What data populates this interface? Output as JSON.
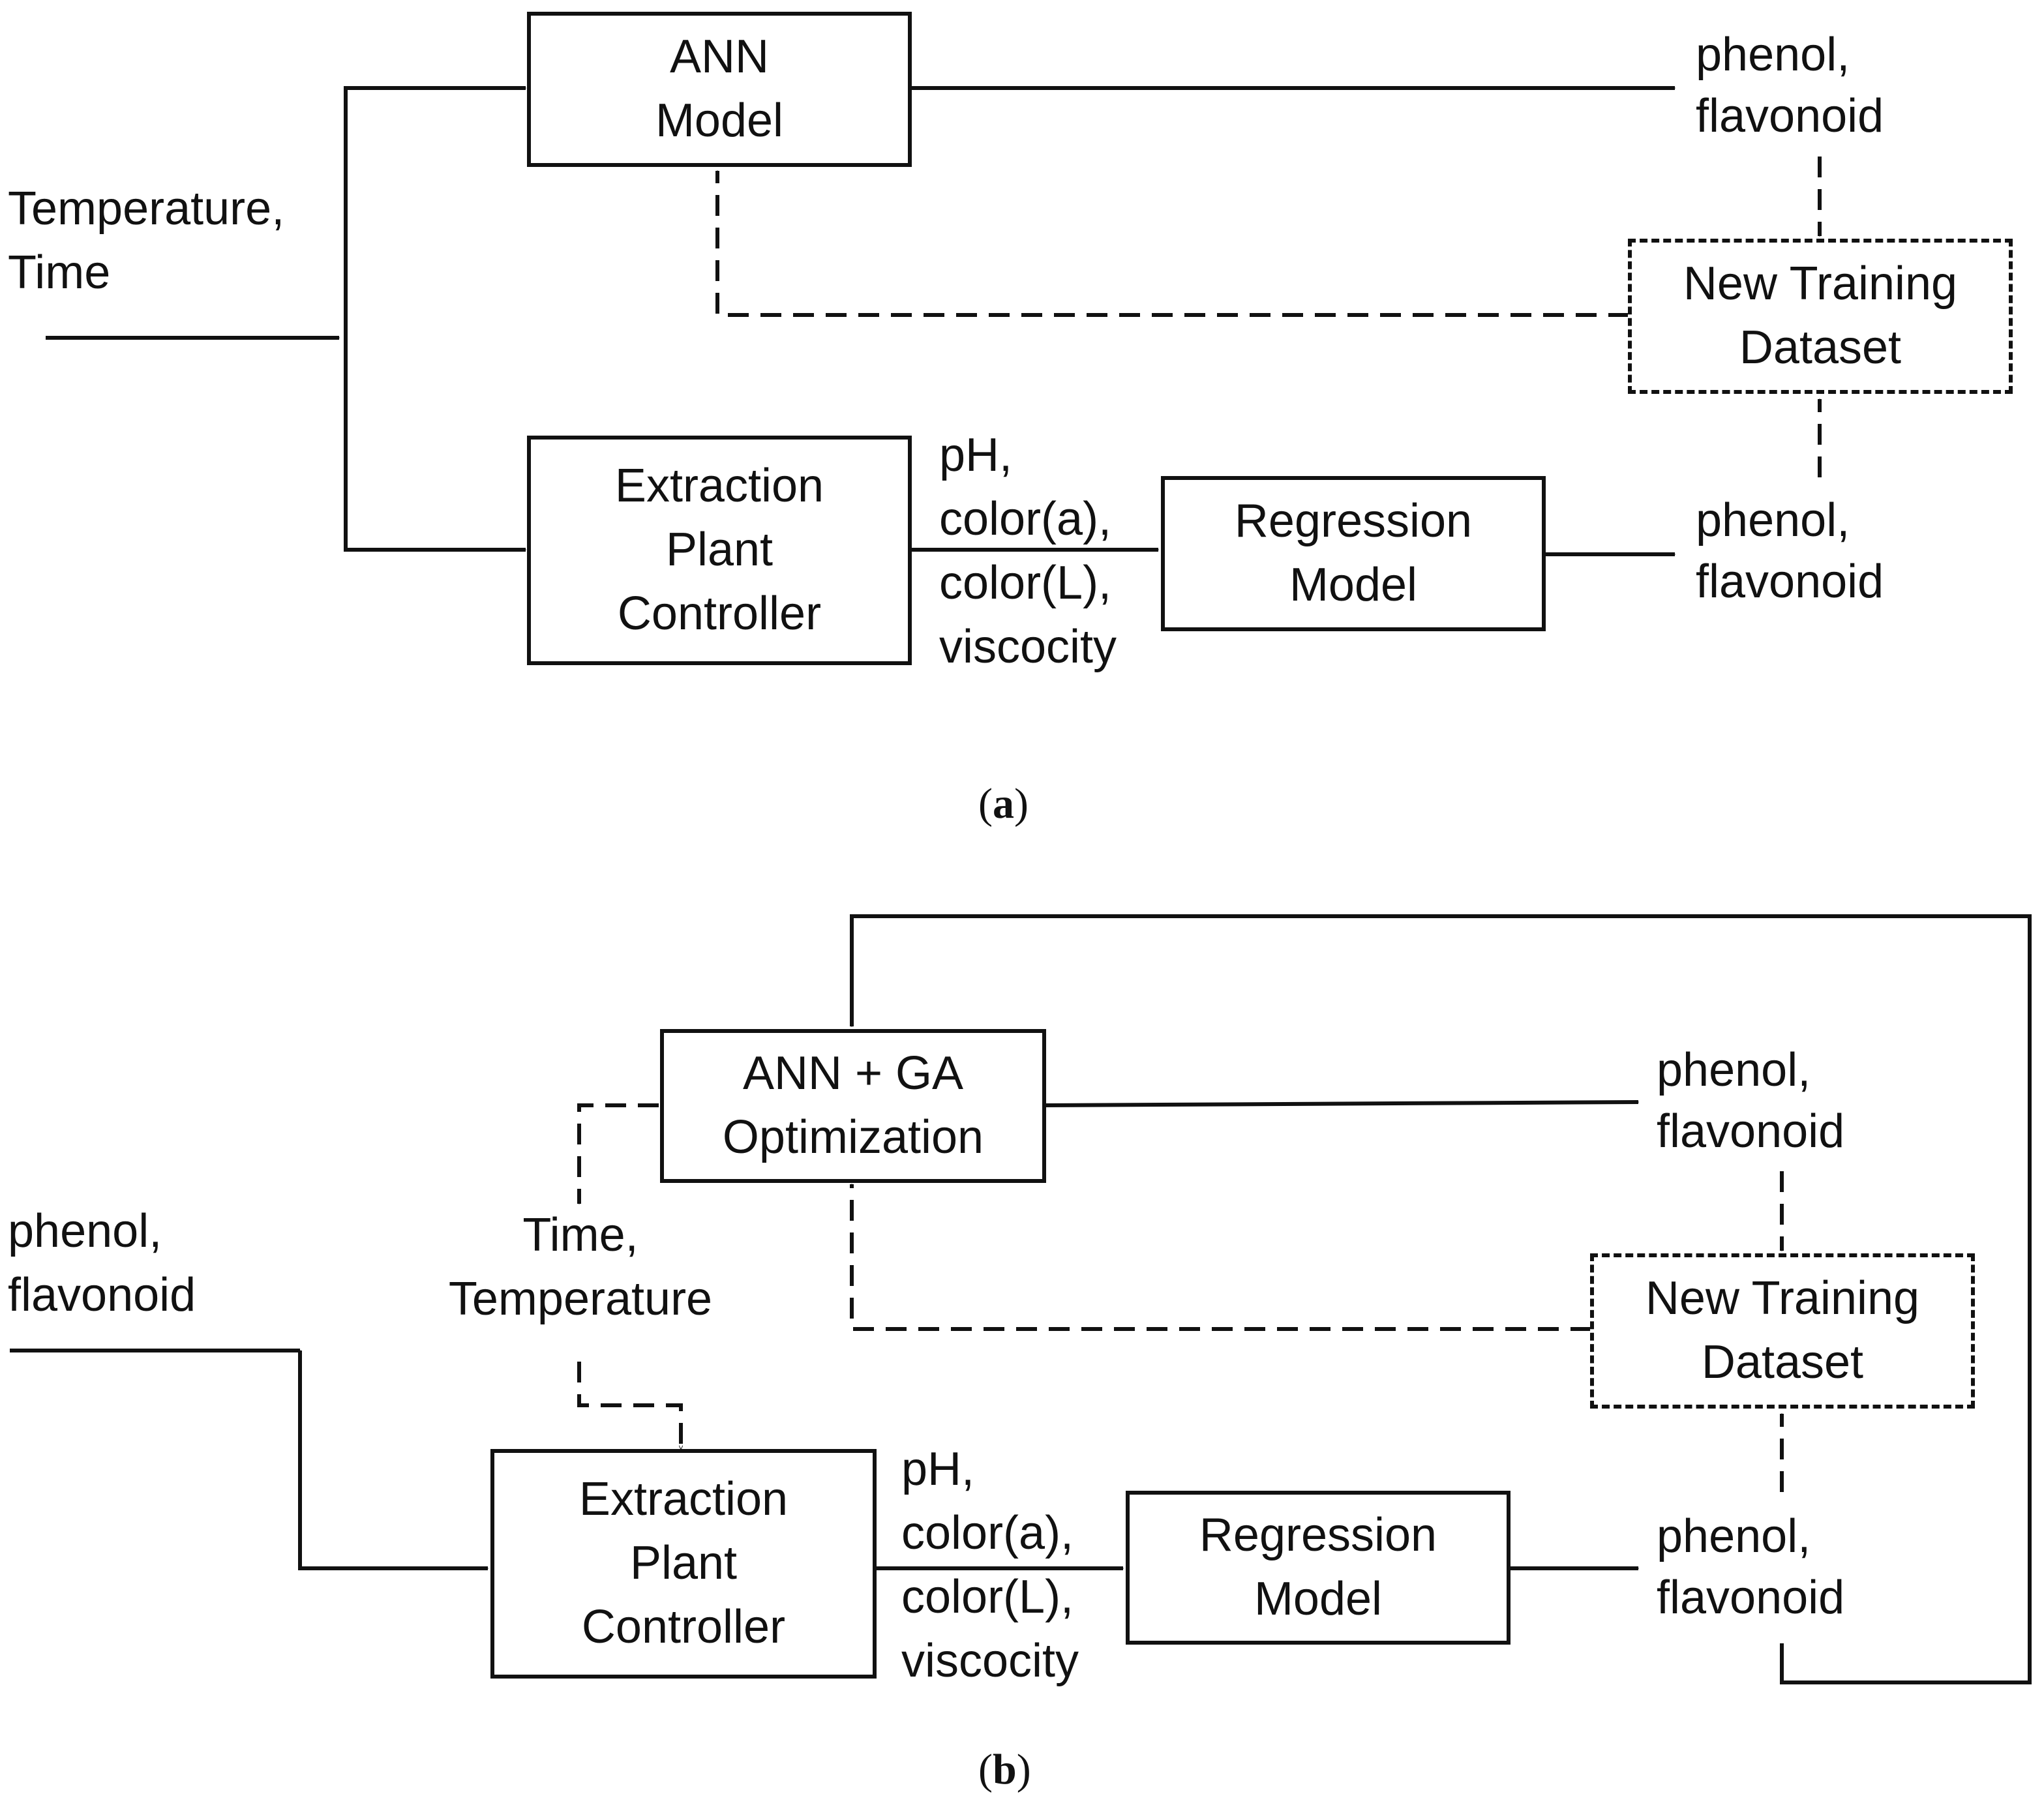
{
  "panel_a": {
    "caption_letter": "a",
    "input_label": "Temperature,\nTime",
    "ann_box": "ANN\nModel",
    "plant_box": "Extraction\nPlant\nController",
    "measurements": "pH,\ncolor(a),\ncolor(L),\nviscocity",
    "regression_box": "Regression\nModel",
    "ann_output": "phenol,\nflavonoid",
    "regression_output": "phenol,\nflavonoid",
    "dataset_box": "New Training\nDataset"
  },
  "panel_b": {
    "caption_letter": "b",
    "input_label": "phenol,\nflavonoid",
    "ann_box": "ANN + GA\nOptimization",
    "setpoints": "Time,\nTemperature",
    "plant_box": "Extraction\nPlant\nController",
    "measurements": "pH,\ncolor(a),\ncolor(L),\nviscocity",
    "regression_box": "Regression\nModel",
    "ann_output": "phenol,\nflavonoid",
    "regression_output": "phenol,\nflavonoid",
    "dataset_box": "New Training\nDataset"
  }
}
